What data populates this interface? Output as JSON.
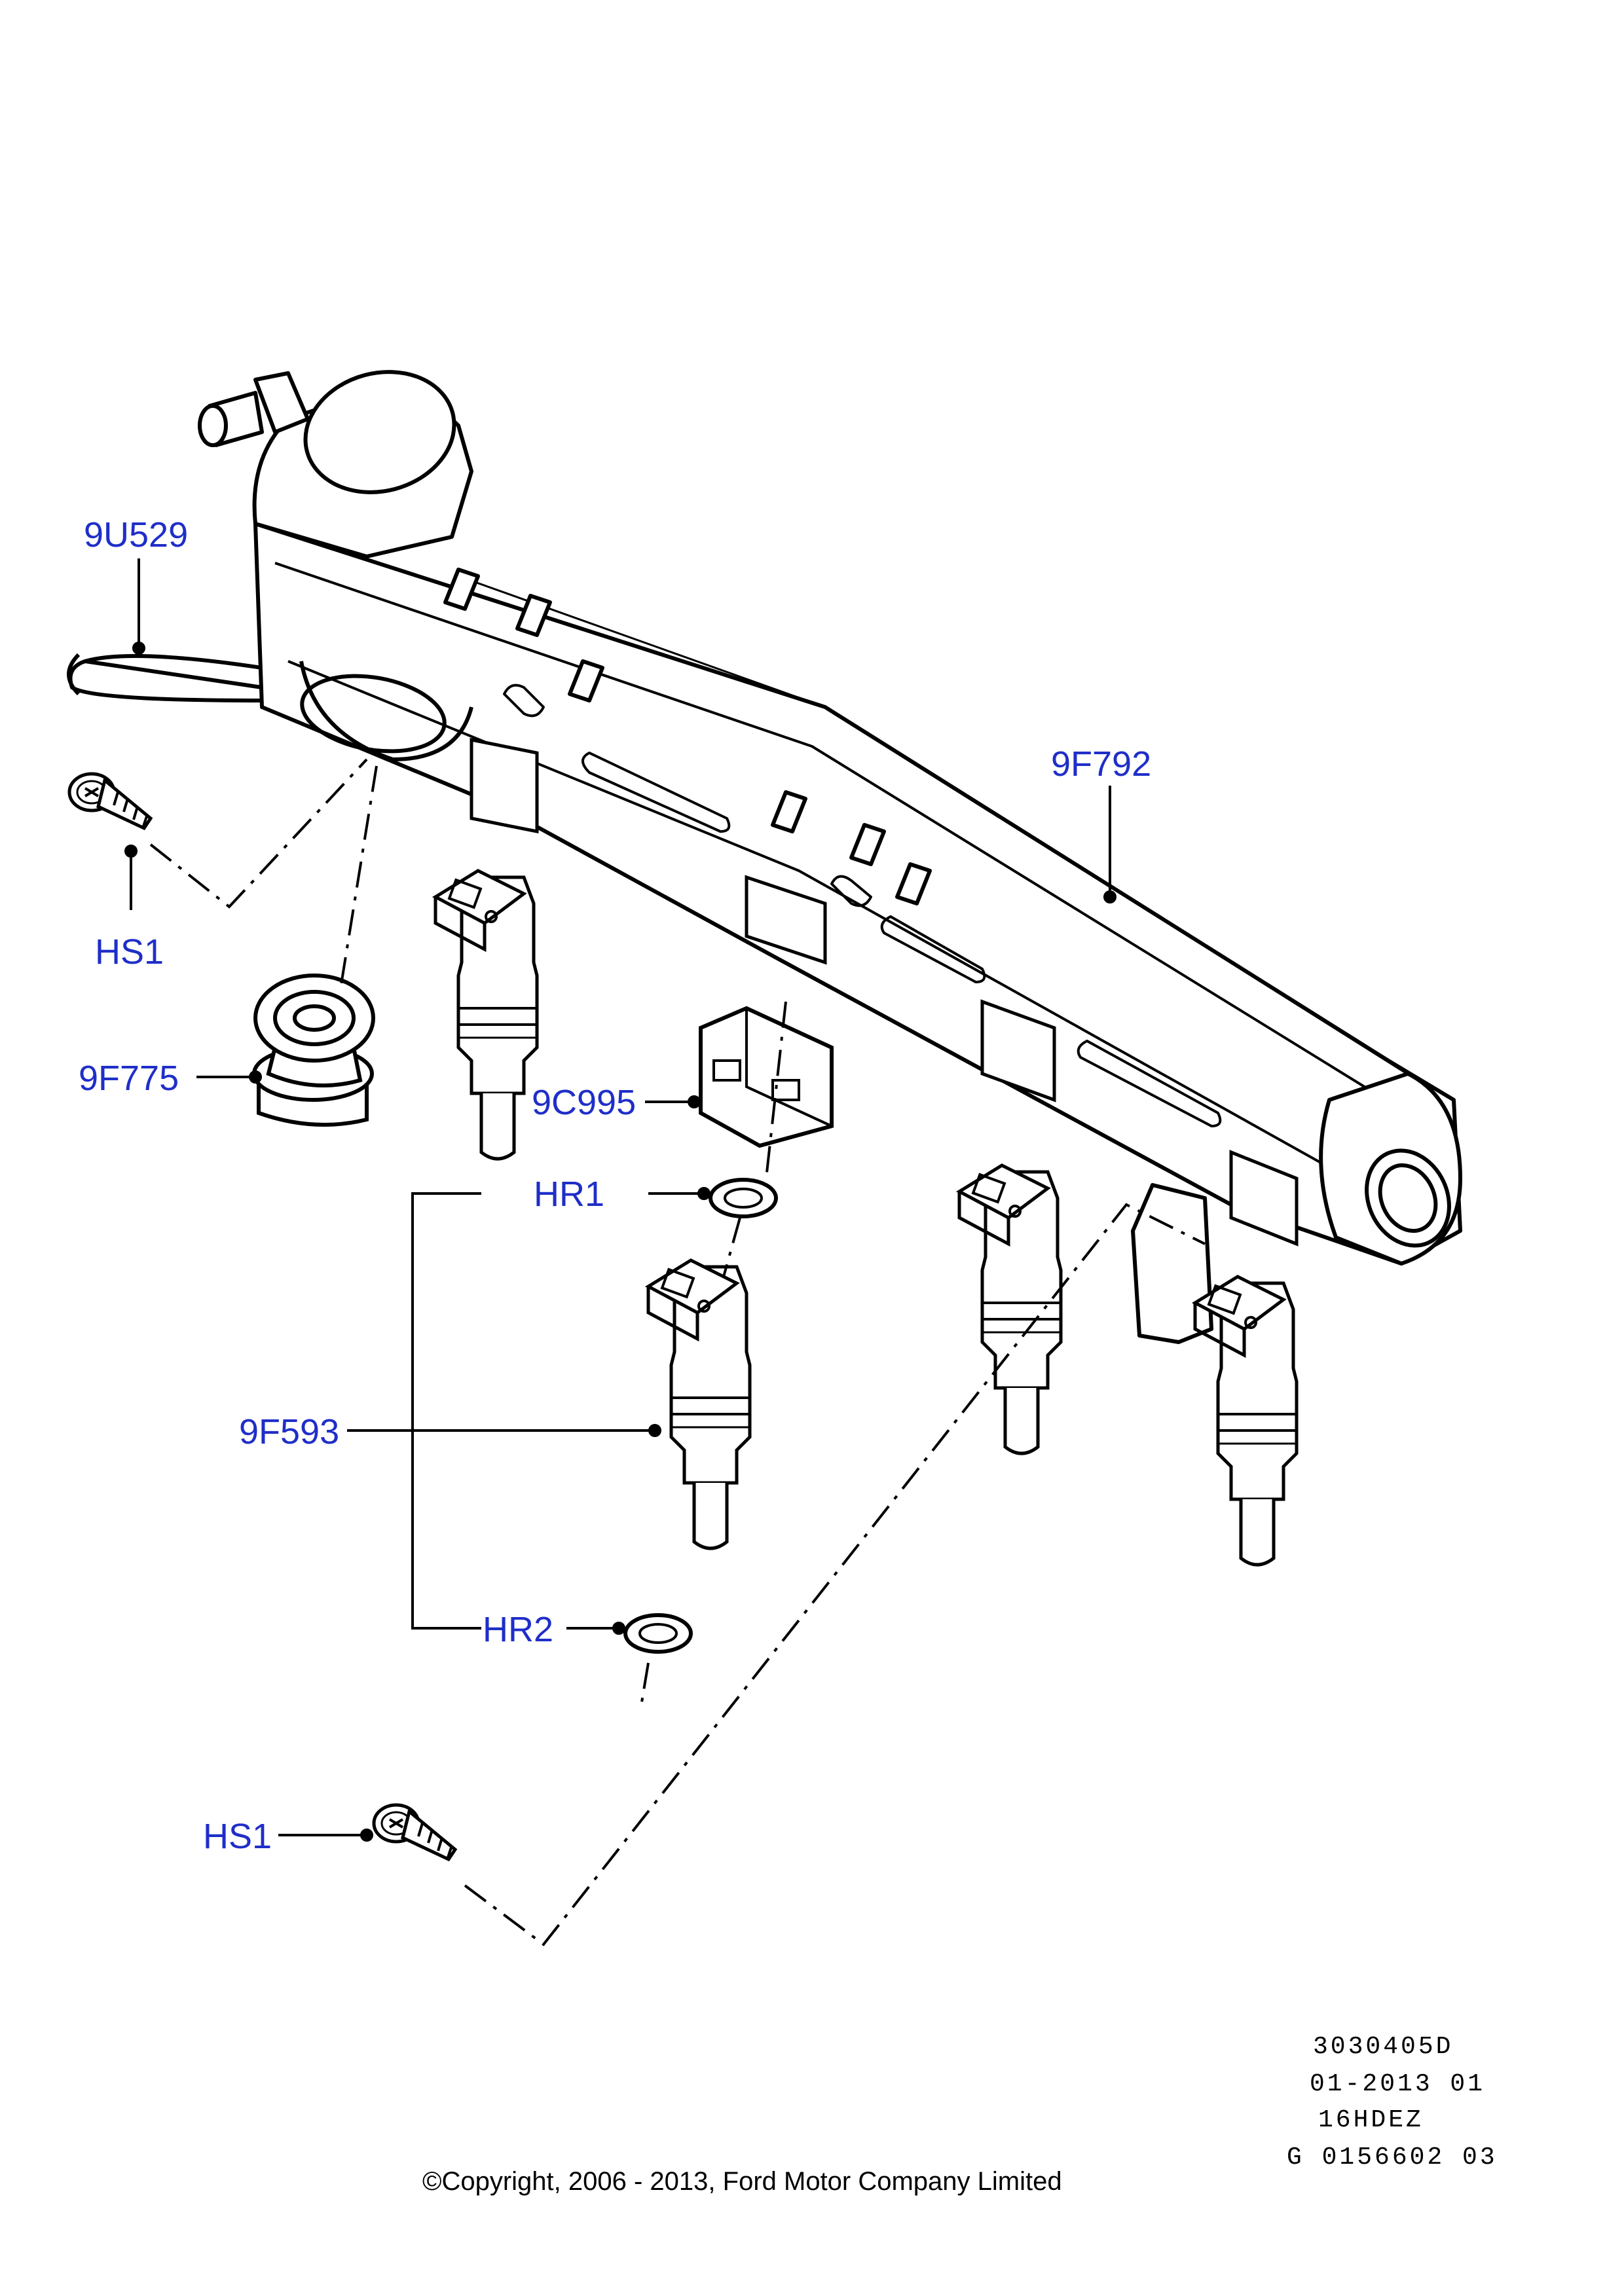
{
  "diagram": {
    "parts": {
      "clip": "9U529",
      "fuel_rail": "9F792",
      "screw_upper": "HS1",
      "pressure_regulator": "9F775",
      "injector_clip": "9C995",
      "o_ring_upper": "HR1",
      "injector": "9F593",
      "o_ring_lower": "HR2",
      "screw_lower": "HS1"
    },
    "reference": {
      "line1": "3030405D",
      "line2": "01-2013 01",
      "line3": "16HDEZ",
      "line4": "G 0156602 03"
    },
    "copyright": "©Copyright, 2006 - 2013, Ford Motor Company Limited"
  },
  "colors": {
    "label": "#1f2ec8",
    "line": "#000000",
    "background": "#ffffff"
  }
}
